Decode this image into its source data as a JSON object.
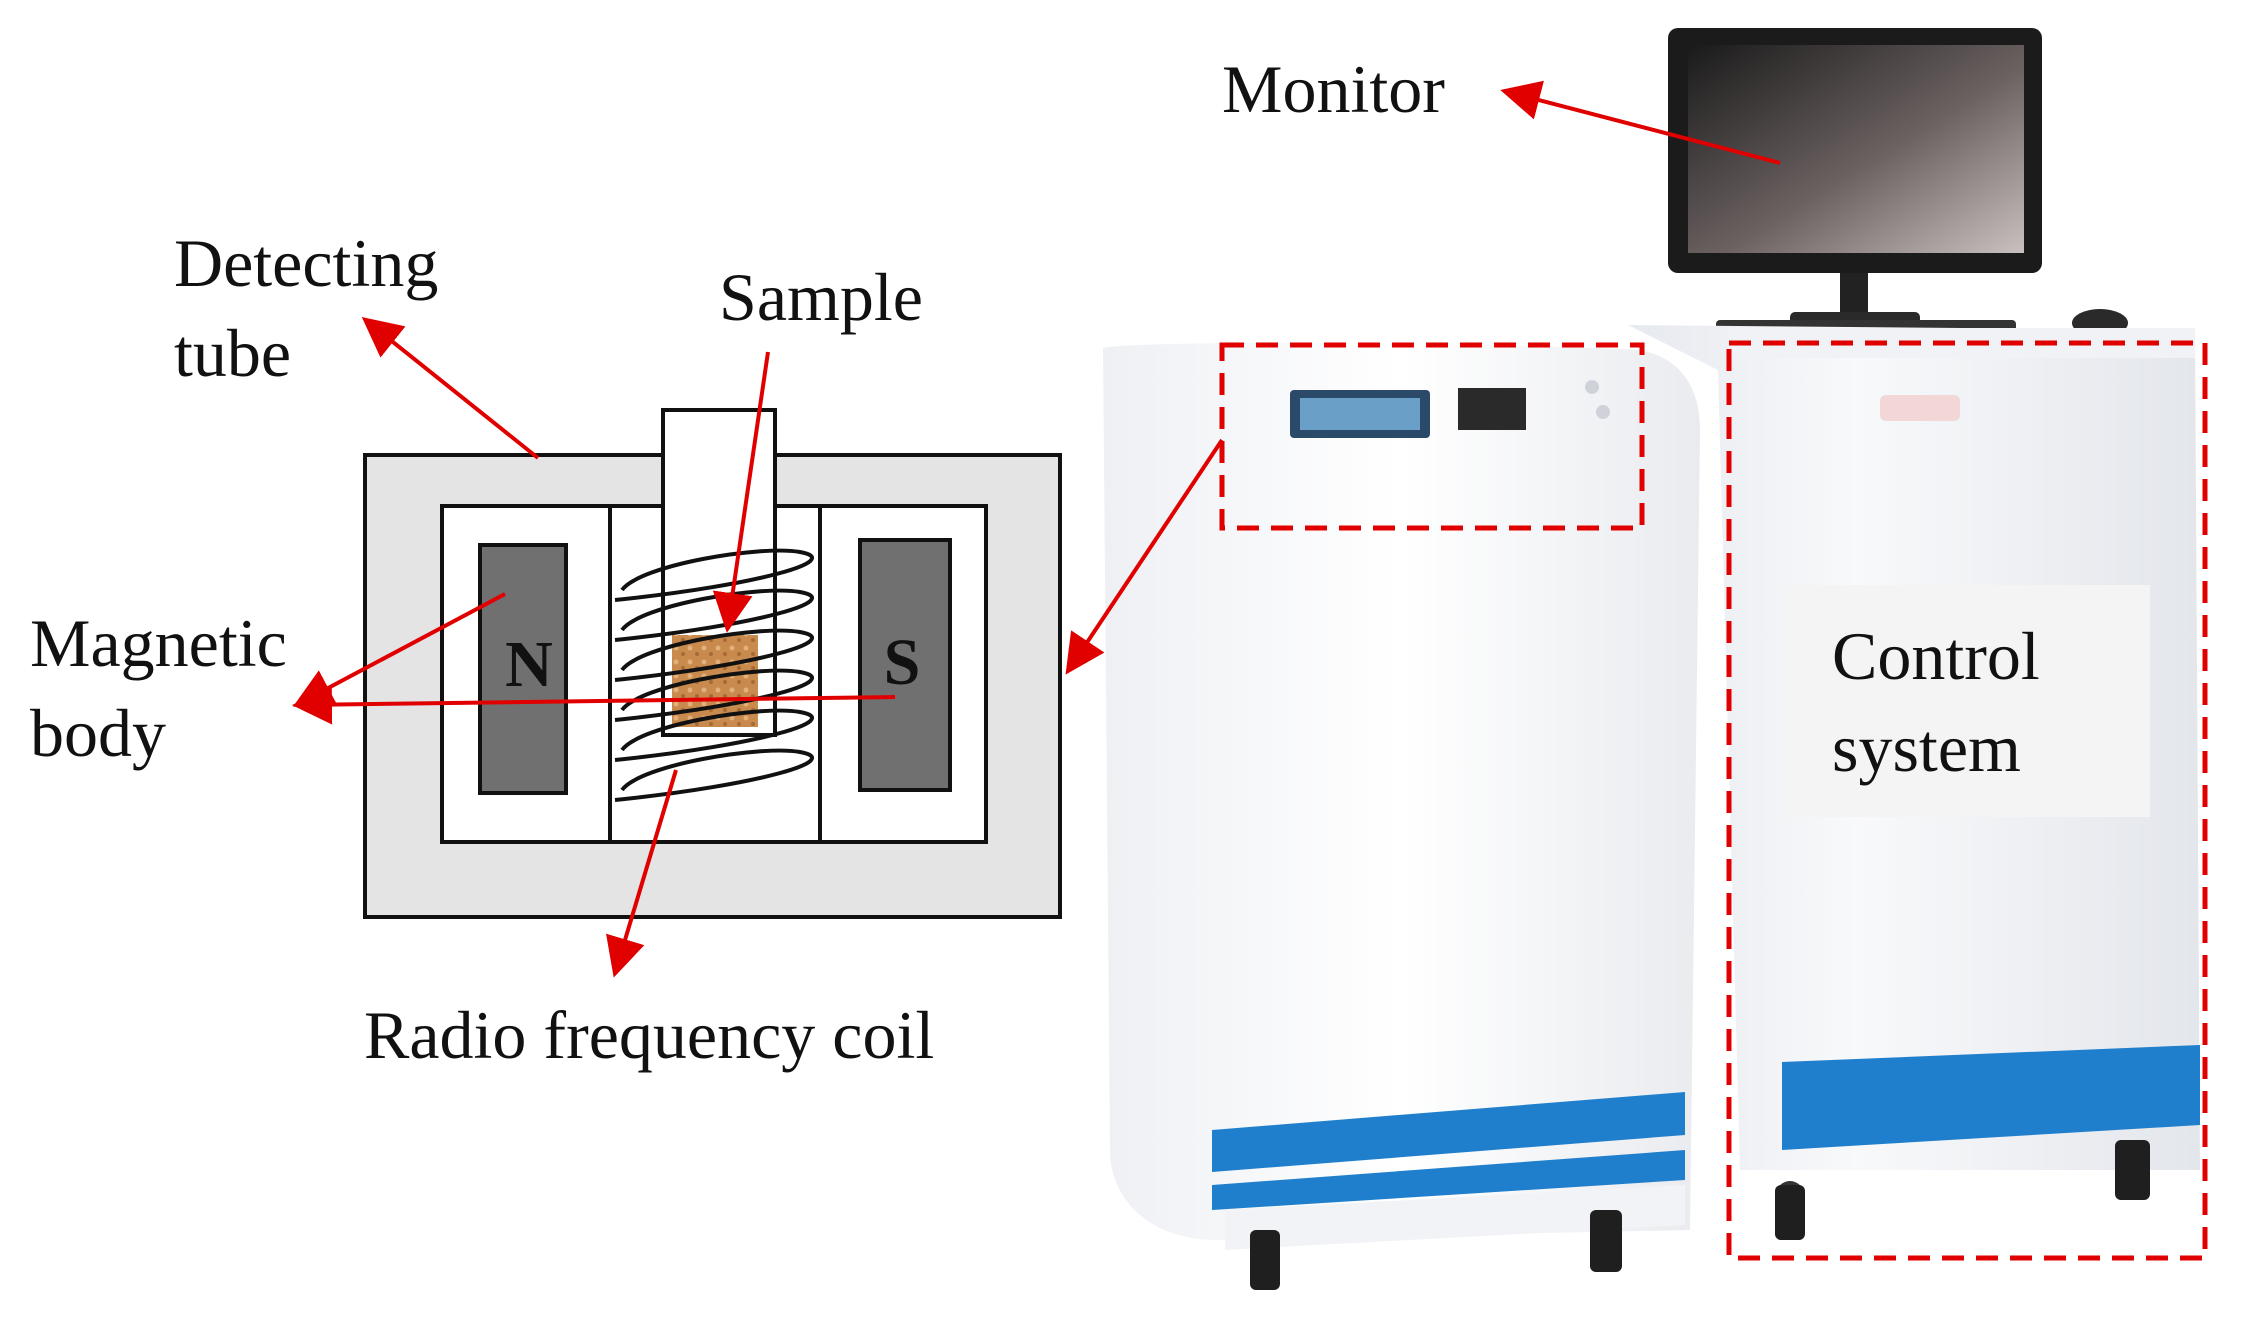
{
  "labels": {
    "monitor": "Monitor",
    "detecting_tube_line1": "Detecting",
    "detecting_tube_line2": "tube",
    "sample": "Sample",
    "magnetic_body_line1": "Magnetic",
    "magnetic_body_line2": "body",
    "radio_frequency_coil": "Radio frequency coil",
    "control_system_line1": "Control",
    "control_system_line2": "system"
  },
  "poles": {
    "north": "N",
    "south": "S"
  },
  "colors": {
    "arrow": "#e00000",
    "dashed_box": "#e00000",
    "magnet": "#707070",
    "outer_housing": "#e4e4e4",
    "sample": "#c98a4e",
    "cabinet_stripe": "#1f7fcc"
  }
}
